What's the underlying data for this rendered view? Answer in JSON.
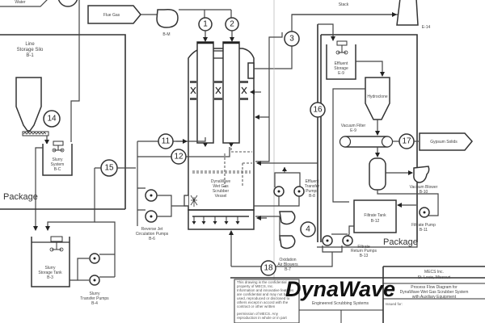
{
  "diagram": {
    "title": "Process Flow Diagram for DynaWave Wet Gas Scrubber System with Auxiliary Equipment",
    "streams": [
      "1",
      "2",
      "3",
      "4",
      "11",
      "12",
      "14",
      "15",
      "16",
      "17",
      "18"
    ],
    "labels": {
      "water": "Water",
      "flue_gas": "Flue Gas",
      "fan": "B-M",
      "stack_top": "Stack",
      "stack_id": "E-14",
      "lime_silo": [
        "Line",
        "Storage Silo",
        "B-1"
      ],
      "slurry_system": [
        "Slurry",
        "System",
        "B-C"
      ],
      "slurry_storage": [
        "Slurry",
        "Storage Tank",
        "B-3"
      ],
      "slurry_pumps": [
        "Slurry",
        "Transfer Pumps",
        "B-4"
      ],
      "reverse_jet": [
        "Reverse Jet",
        "Circulation Pumps",
        "B-6"
      ],
      "vessel": [
        "DynaWave",
        "Wet Gas",
        "Scrubber",
        "Vessel"
      ],
      "oxidation": [
        "Oxidation",
        "Air Blowers",
        "B-7"
      ],
      "effluent_pumps": [
        "Effluent",
        "Transfer",
        "Pumps",
        "B-8"
      ],
      "effluent_storage": [
        "Effluent",
        "Storage",
        "E-9"
      ],
      "hydroclone": "Hydroclone",
      "vacuum_filter": [
        "Vacuum Filter",
        "E-9"
      ],
      "gypsum": "Gypsum Solids",
      "vacuum_blower": [
        "Vacuum Blower",
        "B-10"
      ],
      "filtrate_pump": [
        "Filtrate Pump",
        "B-11"
      ],
      "filtrate_tank": [
        "Filtrate Tank",
        "B-12"
      ],
      "filtrate_return": [
        "Filtrate",
        "Return Pumps",
        "B-13"
      ],
      "package_left": "Package",
      "package_right": "Package"
    },
    "title_block": {
      "brand": "DynaWave",
      "tagline": "Engineered Scrubbing Systems",
      "company": [
        "MECS Inc.",
        "St. Louis, Missouri"
      ],
      "drawing_title": [
        "Process Flow Diagram for",
        "DynaWave Wet Gas Scrubber System",
        "with Auxiliary Equipment"
      ],
      "issued_for": "Issued for:",
      "notice": [
        "This drawing is the confidential",
        "property of MECS, Inc.",
        "Information and innovative features",
        "are confidential and may not be",
        "used, reproduced or disclosed to",
        "others except in accord with the",
        "contract or other written",
        "permission of MECS.   Any",
        "reproduction in whole or in part"
      ]
    }
  }
}
